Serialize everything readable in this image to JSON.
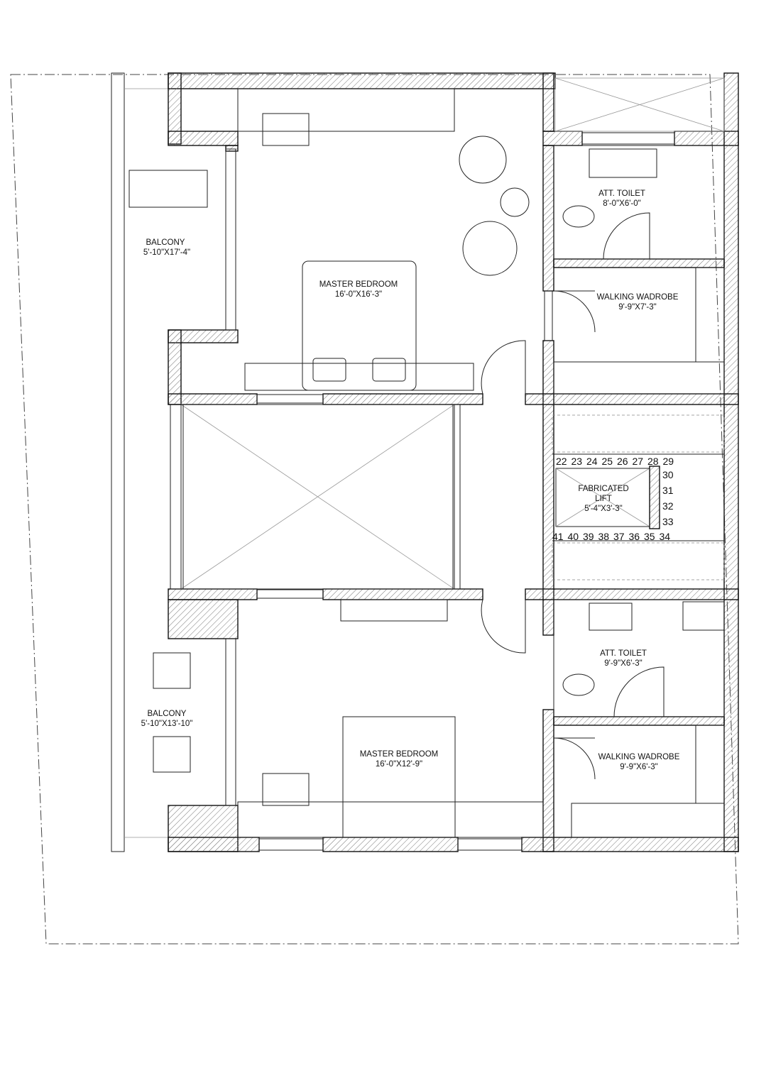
{
  "plan": {
    "rooms": {
      "balcony_upper": {
        "name": "BALCONY",
        "size": "5'-10\"X17'-4\""
      },
      "master_bedroom_upper": {
        "name": "MASTER BEDROOM",
        "size": "16'-0\"X16'-3\""
      },
      "toilet_upper": {
        "name": "ATT. TOILET",
        "size": "8'-0\"X6'-0\""
      },
      "wardrobe_upper": {
        "name": "WALKING WADROBE",
        "size": "9'-9\"X7'-3\""
      },
      "lift": {
        "name_line1": "FABRICATED",
        "name_line2": "LIFT",
        "size": "5'-4\"X3'-3\""
      },
      "toilet_lower": {
        "name": "ATT. TOILET",
        "size": "9'-9\"X6'-3\""
      },
      "wardrobe_lower": {
        "name": "WALKING WADROBE",
        "size": "9'-9\"X6'-3\""
      },
      "balcony_lower": {
        "name": "BALCONY",
        "size": "5'-10\"X13'-10\""
      },
      "master_bedroom_lower": {
        "name": "MASTER BEDROOM",
        "size": "16'-0\"X12'-9\""
      }
    },
    "stair_numbers_top": [
      "22",
      "23",
      "24",
      "25",
      "26",
      "27",
      "28",
      "29"
    ],
    "stair_numbers_right": [
      "30",
      "31",
      "32",
      "33"
    ],
    "stair_numbers_bottom": [
      "41",
      "40",
      "39",
      "38",
      "37",
      "36",
      "35",
      "34"
    ]
  }
}
